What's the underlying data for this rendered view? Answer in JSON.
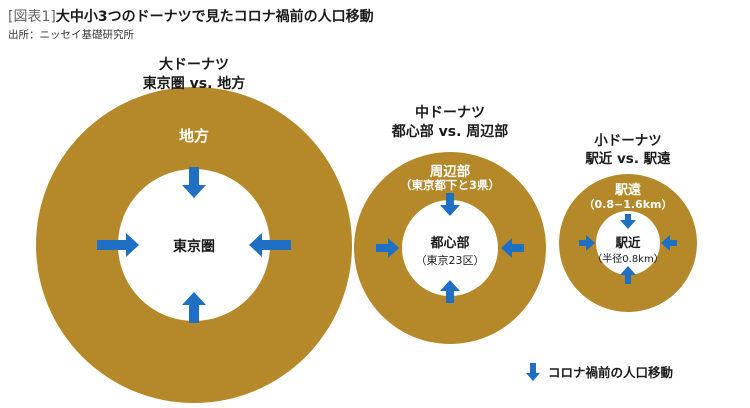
{
  "title": {
    "tag": "[図表1]",
    "text": "大中小3つのドーナツで見たコロナ禍前の人口移動"
  },
  "source": "出所：ニッセイ基礎研究所",
  "donuts": {
    "large": {
      "heading1": "大ドーナツ",
      "heading2": "東京圏 vs. 地方",
      "outer_label": "地方",
      "inner_label": "東京圏"
    },
    "medium": {
      "heading1": "中ドーナツ",
      "heading2": "都心部 vs. 周辺部",
      "outer_label": "周辺部",
      "outer_sub": "（東京都下と3県）",
      "inner_label": "都心部",
      "inner_sub": "（東京23区）"
    },
    "small": {
      "heading1": "小ドーナツ",
      "heading2": "駅近 vs. 駅遠",
      "outer_label": "駅遠",
      "outer_sub": "（0.8−1.6km）",
      "inner_label": "駅近",
      "inner_sub": "（半径0.8km）"
    }
  },
  "legend": {
    "label": "コロナ禍前の人口移動"
  },
  "colors": {
    "ring": "#b5892a",
    "arrow": "#1f6fc5"
  }
}
